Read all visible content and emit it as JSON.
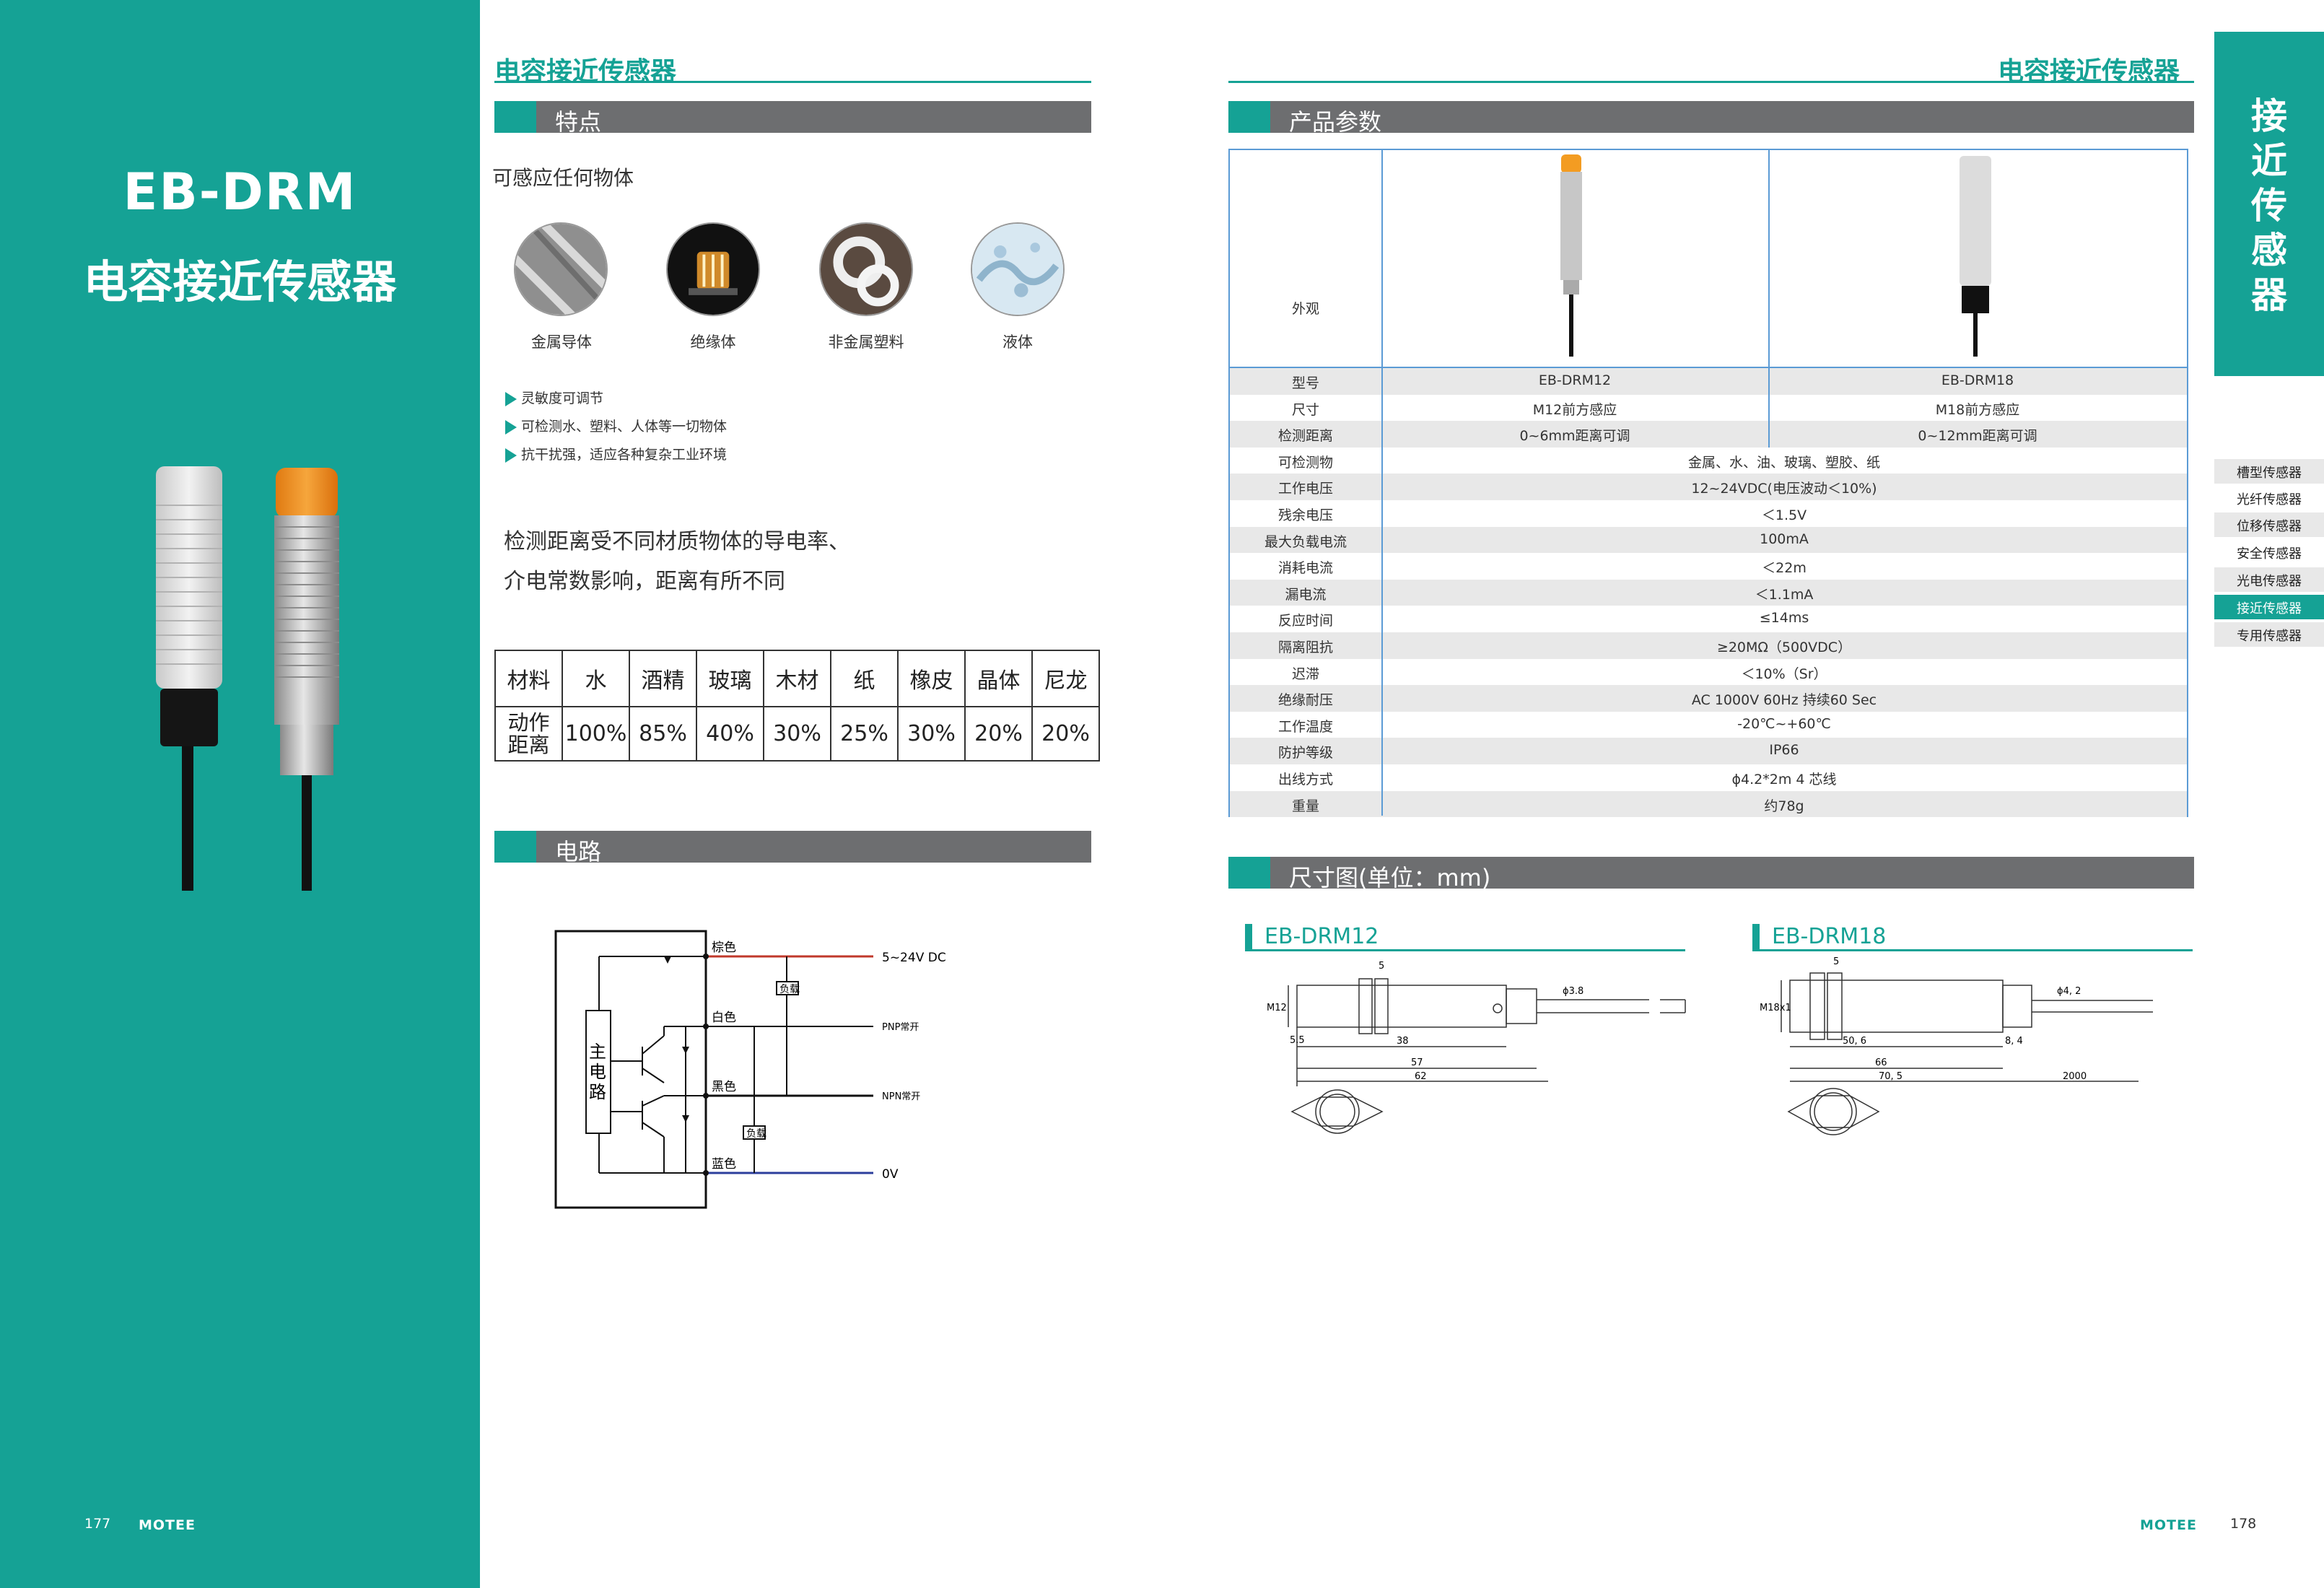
{
  "left_panel": {
    "title": "EB-DRM",
    "subtitle": "电容接近传感器",
    "page_number": "177",
    "brand": "MOTEE"
  },
  "left_page": {
    "heading": "电容接近传感器",
    "features_title": "特点",
    "detect_any": "可感应任何物体",
    "materials": [
      "金属导体",
      "绝缘体",
      "非金属塑料",
      "液体"
    ],
    "bullets": [
      "灵敏度可调节",
      "可检测水、塑料、人体等一切物体",
      "抗干扰强，适应各种复杂工业环境"
    ],
    "note_line1": "检测距离受不同材质物体的导电率、",
    "note_line2": "介电常数影响，距离有所不同",
    "material_table": {
      "header": [
        "材料",
        "水",
        "酒精",
        "玻璃",
        "木材",
        "纸",
        "橡皮",
        "晶体",
        "尼龙"
      ],
      "row_label": "动作距离",
      "row_label_1": "动作",
      "row_label_2": "距离",
      "values": [
        "100%",
        "85%",
        "40%",
        "30%",
        "25%",
        "30%",
        "20%",
        "20%"
      ]
    },
    "circuit_title": "电路",
    "circuit": {
      "main": [
        "主",
        "电",
        "路"
      ],
      "brown": "棕色",
      "white": "白色",
      "black": "黑色",
      "blue": "蓝色",
      "load": "负载",
      "supply": "5~24V DC",
      "pnp": "PNP常开",
      "npn": "NPN常开",
      "zero": "0V"
    }
  },
  "right_page": {
    "heading": "电容接近传感器",
    "params_title": "产品参数",
    "appearance_label": "外观",
    "spec_rows": [
      {
        "k": "型号",
        "v1": "EB-DRM12",
        "v2": "EB-DRM18"
      },
      {
        "k": "尺寸",
        "v1": "M12前方感应",
        "v2": "M18前方感应"
      },
      {
        "k": "检测距离",
        "v1": "0~6mm距离可调",
        "v2": "0~12mm距离可调"
      },
      {
        "k": "可检测物",
        "v": "金属、水、油、玻璃、塑胶、纸"
      },
      {
        "k": "工作电压",
        "v": "12~24VDC(电压波动＜10%)"
      },
      {
        "k": "残余电压",
        "v": "＜1.5V"
      },
      {
        "k": "最大负载电流",
        "v": "100mA"
      },
      {
        "k": "消耗电流",
        "v": "＜22m"
      },
      {
        "k": "漏电流",
        "v": "＜1.1mA"
      },
      {
        "k": "反应时间",
        "v": "≤14ms"
      },
      {
        "k": "隔离阻抗",
        "v": "≥20MΩ（500VDC）"
      },
      {
        "k": "迟滞",
        "v": "＜10%（Sr）"
      },
      {
        "k": "绝缘耐压",
        "v": "AC 1000V 60Hz 持续60 Sec"
      },
      {
        "k": "工作温度",
        "v": "-20℃~+60℃"
      },
      {
        "k": "防护等级",
        "v": "IP66"
      },
      {
        "k": "出线方式",
        "v": "ɸ4.2*2m 4 芯线"
      },
      {
        "k": "重量",
        "v": "约78g"
      }
    ],
    "dims_title": "尺寸图(单位：mm)",
    "dims": {
      "m12": {
        "title": "EB-DRM12",
        "thread": "M12",
        "d5": "5",
        "d55": "5.5",
        "d38": "38",
        "d57": "57",
        "d62": "62",
        "cable": "ɸ3.8"
      },
      "m18": {
        "title": "EB-DRM18",
        "thread": "M18x1",
        "d5": "5",
        "d506": "50, 6",
        "d84": "8, 4",
        "d66": "66",
        "d705": "70, 5",
        "d2000": "2000",
        "cable": "ɸ4, 2"
      }
    },
    "side_tab": [
      "接",
      "近",
      "传",
      "感",
      "器"
    ],
    "side_menu": [
      "槽型传感器",
      "光纤传感器",
      "位移传感器",
      "安全传感器",
      "光电传感器",
      "接近传感器",
      "专用传感器"
    ],
    "brand": "MOTEE",
    "page_number": "178",
    "colors": {
      "accent": "#15a295",
      "bar": "#6d6e70",
      "table_border": "#5b9bd5"
    }
  }
}
